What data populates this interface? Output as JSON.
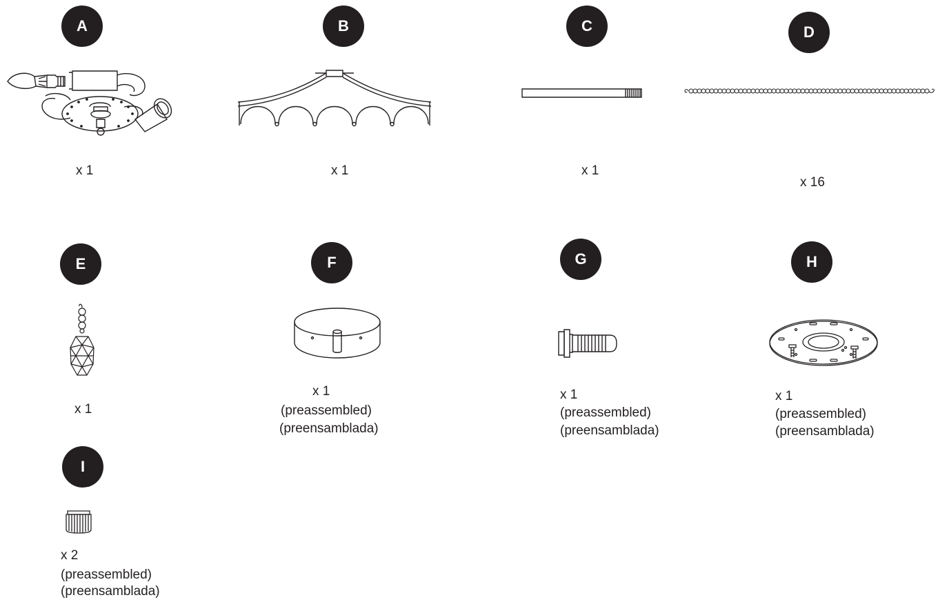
{
  "parts": [
    {
      "letter": "A",
      "quantity": "x 1",
      "icon": "light-fixture-arms-icon"
    },
    {
      "letter": "B",
      "quantity": "x 1",
      "icon": "decorative-frame-icon"
    },
    {
      "letter": "C",
      "quantity": "x 1",
      "icon": "threaded-rod-icon"
    },
    {
      "letter": "D",
      "quantity": "x 16",
      "icon": "bead-chain-icon"
    },
    {
      "letter": "E",
      "quantity": "x 1",
      "icon": "crystal-pendant-icon"
    },
    {
      "letter": "F",
      "quantity": "x 1",
      "icon": "canopy-icon",
      "note_en": "(preassembled)",
      "note_es": "(preensamblada)"
    },
    {
      "letter": "G",
      "quantity": "x 1",
      "icon": "screw-icon",
      "note_en": "(preassembled)",
      "note_es": "(preensamblada)"
    },
    {
      "letter": "H",
      "quantity": "x 1",
      "icon": "mounting-plate-icon",
      "note_en": "(preassembled)",
      "note_es": "(preensamblada)"
    },
    {
      "letter": "I",
      "quantity": "x 2",
      "icon": "knurled-nut-icon",
      "note_en": "(preassembled)",
      "note_es": "(preensamblada)"
    }
  ]
}
